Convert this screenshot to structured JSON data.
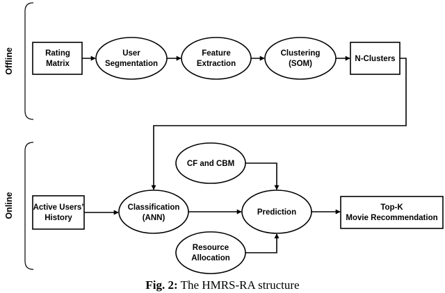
{
  "sections": {
    "offline": "Offline",
    "online": "Online"
  },
  "nodes": {
    "rating_matrix": [
      "Rating",
      "Matrix"
    ],
    "user_segmentation": [
      "User",
      "Segmentation"
    ],
    "feature_extraction": [
      "Feature",
      "Extraction"
    ],
    "clustering": [
      "Clustering",
      "(SOM)"
    ],
    "n_clusters": [
      "N-Clusters"
    ],
    "active_users_history": [
      "Active Users’",
      "History"
    ],
    "classification": [
      "Classification",
      "(ANN)"
    ],
    "cf_cbm": [
      "CF and CBM"
    ],
    "prediction": [
      "Prediction"
    ],
    "resource_allocation": [
      "Resource",
      "Allocation"
    ],
    "top_k": [
      "Top-K",
      "Movie Recommendation"
    ]
  },
  "caption": {
    "label": "Fig. 2:",
    "text": "The HMRS-RA structure"
  }
}
